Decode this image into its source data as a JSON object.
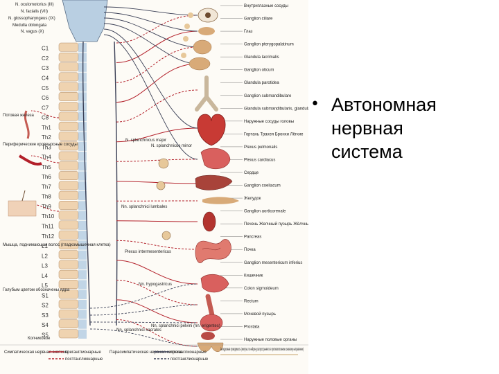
{
  "slide": {
    "bullet_text": "Автономная\nнервная\nсистема"
  },
  "diagram": {
    "left_labels": [
      {
        "id": "oculomotor",
        "text": "N. oculomotorius (III)"
      },
      {
        "id": "facialis",
        "text": "N. facialis (VII)"
      },
      {
        "id": "glosso",
        "text": "N. glossopharyngeus (IX)"
      },
      {
        "id": "medulla",
        "text": "Medulla oblongata"
      },
      {
        "id": "vagus",
        "text": "N. vagus (X)"
      },
      {
        "id": "sweat",
        "text": "Потовая железа"
      },
      {
        "id": "vessels",
        "text": "Периферические кровеносные сосуды"
      },
      {
        "id": "hair",
        "text": "Мышца, поднимающая волос (гладкомышечная клетка)"
      },
      {
        "id": "grey",
        "text": "Голубым цветом обозначены ядра"
      },
      {
        "id": "coccyx",
        "text": "Копчиковое"
      }
    ],
    "segments": [
      "C1",
      "C2",
      "C3",
      "C4",
      "C5",
      "C6",
      "C7",
      "C8",
      "Th1",
      "Th2",
      "Th3",
      "Th4",
      "Th5",
      "Th6",
      "Th7",
      "Th8",
      "Th9",
      "Th10",
      "Th11",
      "Th12",
      "L1",
      "L2",
      "L3",
      "L4",
      "L5",
      "S1",
      "S2",
      "S3",
      "S4",
      "S5"
    ],
    "right_labels": [
      {
        "id": "internal",
        "text": "Внутриглазные сосуды"
      },
      {
        "id": "ciliare",
        "text": "Ganglion ciliare"
      },
      {
        "id": "eye",
        "text": "Глаз"
      },
      {
        "id": "pterygo",
        "text": "Ganglion pterygopalatinum"
      },
      {
        "id": "lacrimalis",
        "text": "Glandula lacrimalis"
      },
      {
        "id": "oticum",
        "text": "Ganglion oticum"
      },
      {
        "id": "parotidea",
        "text": "Glandula parotidea"
      },
      {
        "id": "submandibulare",
        "text": "Ganglion submandibulare"
      },
      {
        "id": "sublingualis",
        "text": "Glandula submandibularis, glandula sublingualis"
      },
      {
        "id": "heart_vessels",
        "text": "Наружные сосуды головы"
      },
      {
        "id": "larynx",
        "text": "Гортань Трахея Бронхи Лёгкие"
      },
      {
        "id": "pulmonalis",
        "text": "Plexus pulmonalis"
      },
      {
        "id": "cardiacus",
        "text": "Plexus cardiacus"
      },
      {
        "id": "heart",
        "text": "Сердце"
      },
      {
        "id": "coeliacum",
        "text": "Ganglion coeliacum"
      },
      {
        "id": "stomach",
        "text": "Желудок"
      },
      {
        "id": "aorticorenale",
        "text": "Ganglion aorticorenale"
      },
      {
        "id": "liver",
        "text": "Печень Желчный пузырь Жёлчные протоки"
      },
      {
        "id": "pancreas",
        "text": "Pancreas"
      },
      {
        "id": "kidney",
        "text": "Почка"
      },
      {
        "id": "mesentericum",
        "text": "Ganglion mesentericum inferius"
      },
      {
        "id": "intestine",
        "text": "Кишечник"
      },
      {
        "id": "colon",
        "text": "Colon sigmoideum"
      },
      {
        "id": "rectum",
        "text": "Rectum"
      },
      {
        "id": "bladder",
        "text": "Мочевой пузырь"
      },
      {
        "id": "prostata",
        "text": "Prostata"
      },
      {
        "id": "genital",
        "text": "Наружные половые органы"
      }
    ],
    "middle_labels": [
      {
        "id": "major",
        "text": "N. splanchnicus major"
      },
      {
        "id": "minor",
        "text": "N. splanchnicus minor"
      },
      {
        "id": "lumbales",
        "text": "Nn. splanchnici lumbales"
      },
      {
        "id": "intermesent",
        "text": "Plexus intermesentericus"
      },
      {
        "id": "hypogastricus",
        "text": "Nn. hypogastricus"
      },
      {
        "id": "sacrales",
        "text": "Nn. splanchnici sacrales"
      },
      {
        "id": "pelvini",
        "text": "Nn. splanchnici pelvini (nn. erigentes)"
      }
    ],
    "legend": [
      {
        "id": "symp_pre",
        "text": "Симпатическая нервная система",
        "sub1": "преганглионарные",
        "sub2": "постганглионарные"
      },
      {
        "id": "para_pre",
        "text": "Парасимпатическая нервная система",
        "sub1": "преганглионарные",
        "sub2": "постганглионарные"
      },
      {
        "id": "antidromic",
        "text": "Антидромная проводимость (импульс по нейрону распространяется в противоположном основному направлении)"
      }
    ],
    "colors": {
      "nerve_red": "#b3202a",
      "nerve_dark": "#3a3f55",
      "cord_beige": "#efd3b0",
      "nucleus_blue": "#8fb6d9",
      "organ_pink": "#d9605e",
      "liver_brown": "#a8433a",
      "gland_tan": "#d8aa78"
    }
  }
}
